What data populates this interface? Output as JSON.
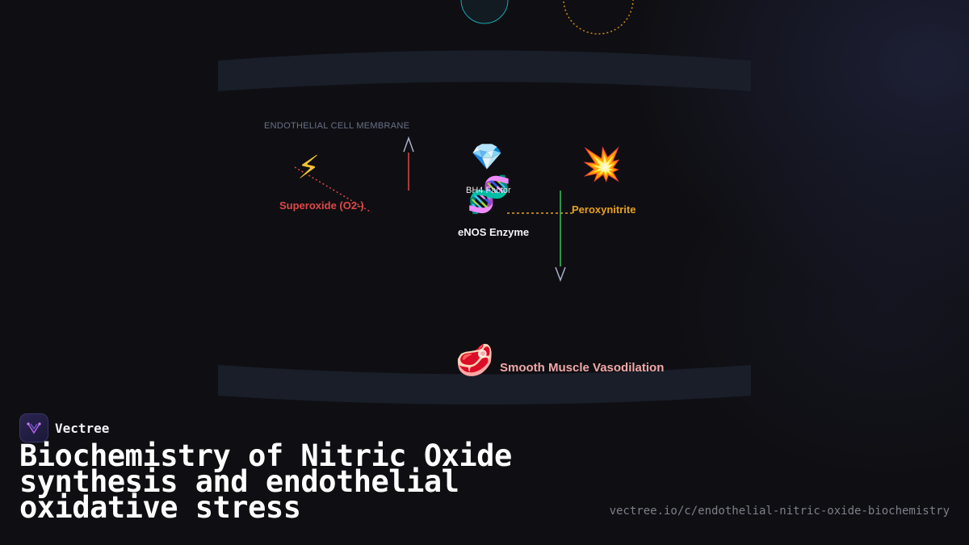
{
  "diagram": {
    "membrane_label": "ENDOTHELIAL CELL MEMBRANE",
    "nodes": {
      "superoxide": {
        "label": "Superoxide (O2-)",
        "color": "#e04848",
        "icon": "lightning-emoji",
        "glyph": "⚡"
      },
      "bh4": {
        "label": "BH4 Factor",
        "icon": "gem-emoji",
        "glyph": "💎"
      },
      "enos": {
        "label": "eNOS Enzyme",
        "icon": "dna-emoji",
        "glyph": "🧬"
      },
      "peroxynitrite": {
        "label": "Peroxynitrite",
        "color": "#e8a020",
        "icon": "collision-emoji",
        "glyph": "💥"
      },
      "smooth_muscle": {
        "label": "Smooth Muscle Vasodilation",
        "color": "#f0a8a8",
        "icon": "meat-emoji",
        "glyph": "🥩"
      }
    },
    "arrow_colors": {
      "red": "#e04848",
      "green": "#38c060",
      "orange": "#e8a020",
      "chevron": "#a8aec8"
    }
  },
  "brand": {
    "name": "Vectree",
    "logo_icon": "vectree-logo-icon"
  },
  "title": "Biochemistry of Nitric Oxide synthesis and endothelial oxidative stress",
  "url": "vectree.io/c/endothelial-nitric-oxide-biochemistry"
}
